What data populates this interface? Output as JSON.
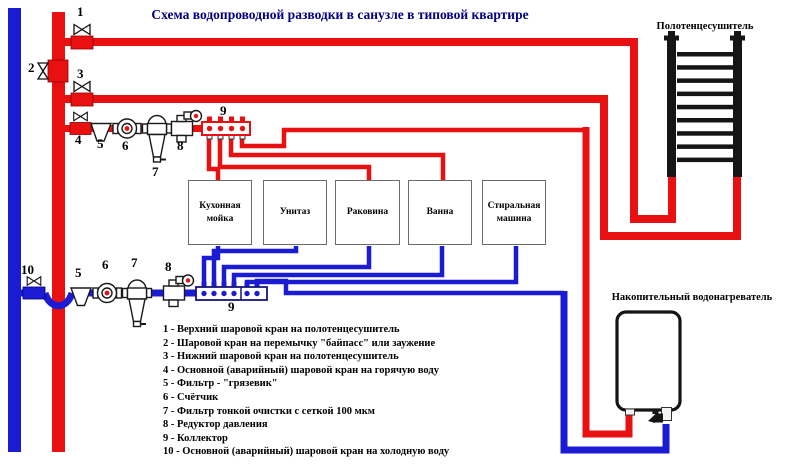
{
  "title": "Схема водопроводной разводки в санузле в типовой квартире",
  "colors": {
    "hot": "#e81010",
    "cold": "#1b1bd4",
    "title_text": "#000080"
  },
  "equipment": {
    "towel_dryer": "Полотенцесушитель",
    "water_heater": "Накопительный водонагреватель"
  },
  "fixtures": [
    "Кухонная мойка",
    "Унитаз",
    "Раковина",
    "Ванна",
    "Стиральная машина"
  ],
  "markers": {
    "m1": "1",
    "m2": "2",
    "m3": "3",
    "m4": "4",
    "m5_hot": "5",
    "m6_hot": "6",
    "m7_hot": "7",
    "m8_hot": "8",
    "m9_hot": "9",
    "m10": "10",
    "m5_cold": "5",
    "m6_cold": "6",
    "m7_cold": "7",
    "m8_cold": "8",
    "m9_cold": "9"
  },
  "legend": {
    "items": [
      "1 - Верхний шаровой кран на полотенцесушитель",
      "2 - Шаровой кран на перемычку \"байпасс\" или заужение",
      "3 - Нижний шаровой кран на полотенцесушитель",
      "4 - Основной (аварийный) шаровой кран на горячую воду",
      "5 - Фильтр - \"грязевик\"",
      "6 - Счётчик",
      "7 - Фильтр тонкой очистки с сеткой 100 мкм",
      "8 - Редуктор давления",
      "9 - Коллектор",
      "10 - Основной (аварийный) шаровой кран на холодную воду"
    ]
  }
}
